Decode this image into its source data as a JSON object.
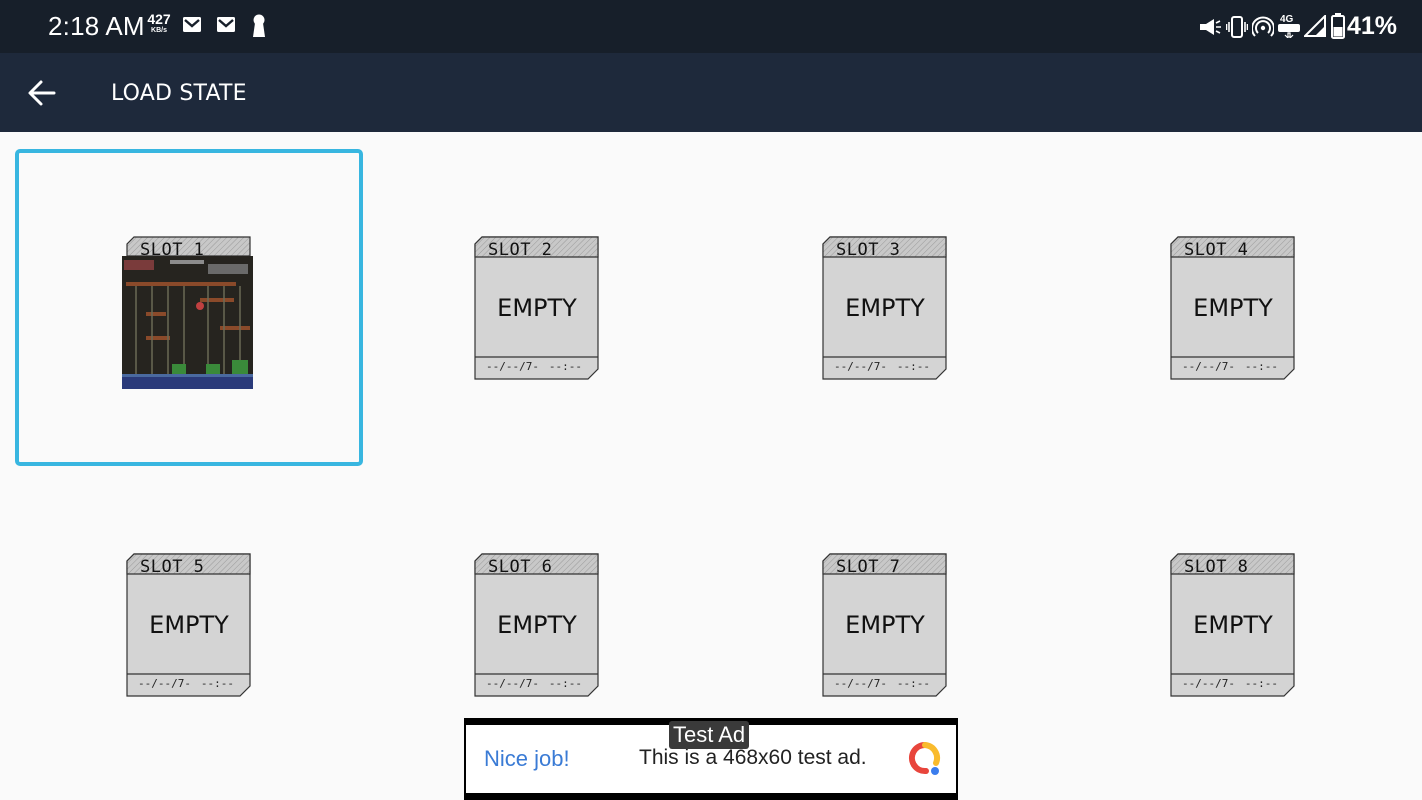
{
  "status_bar": {
    "time": "2:18 AM",
    "net_speed_value": "427",
    "net_speed_unit": "KB/s",
    "network_type": "4G",
    "battery_percent": "41%"
  },
  "app_bar": {
    "title": "LOAD STATE",
    "back_icon": "arrow-left-icon"
  },
  "slots": [
    {
      "label": "SLOT 1",
      "content": "",
      "date": "",
      "time": "",
      "has_thumbnail": true
    },
    {
      "label": "SLOT 2",
      "content": "EMPTY",
      "date": "--/--/7-",
      "time": "--:--"
    },
    {
      "label": "SLOT 3",
      "content": "EMPTY",
      "date": "--/--/7-",
      "time": "--:--"
    },
    {
      "label": "SLOT 4",
      "content": "EMPTY",
      "date": "--/--/7-",
      "time": "--:--"
    },
    {
      "label": "SLOT 5",
      "content": "EMPTY",
      "date": "--/--/7-",
      "time": "--:--"
    },
    {
      "label": "SLOT 6",
      "content": "EMPTY",
      "date": "--/--/7-",
      "time": "--:--"
    },
    {
      "label": "SLOT 7",
      "content": "EMPTY",
      "date": "--/--/7-",
      "time": "--:--"
    },
    {
      "label": "SLOT 8",
      "content": "EMPTY",
      "date": "--/--/7-",
      "time": "--:--"
    }
  ],
  "selected_slot": "SLOT 1",
  "ad": {
    "badge": "Test Ad",
    "headline": "Nice job!",
    "body": "This is a 468x60 test ad."
  },
  "colors": {
    "status_bar_bg": "#171f2a",
    "app_bar_bg": "#1e293b",
    "selection_border": "#38b6e0",
    "card_fill": "#d4d4d4",
    "ad_link": "#3a7bd5"
  }
}
